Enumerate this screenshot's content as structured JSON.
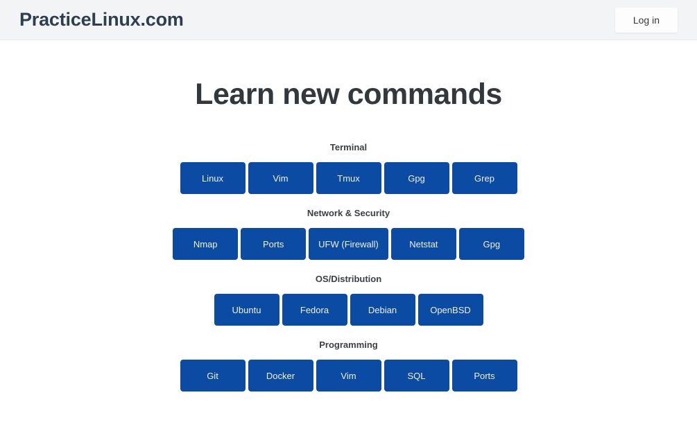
{
  "header": {
    "brand": "PracticeLinux.com",
    "login_label": "Log in"
  },
  "main": {
    "title": "Learn new commands",
    "sections": [
      {
        "label": "Terminal",
        "buttons": [
          "Linux",
          "Vim",
          "Tmux",
          "Gpg",
          "Grep"
        ]
      },
      {
        "label": "Network & Security",
        "buttons": [
          "Nmap",
          "Ports",
          "UFW (Firewall)",
          "Netstat",
          "Gpg"
        ]
      },
      {
        "label": "OS/Distribution",
        "buttons": [
          "Ubuntu",
          "Fedora",
          "Debian",
          "OpenBSD"
        ]
      },
      {
        "label": "Programming",
        "buttons": [
          "Git",
          "Docker",
          "Vim",
          "SQL",
          "Ports"
        ]
      }
    ]
  },
  "colors": {
    "button_blue": "#0b4ba3",
    "header_bg": "#f2f4f6",
    "brand_color": "#2c3e50",
    "title_color": "#33383d"
  }
}
